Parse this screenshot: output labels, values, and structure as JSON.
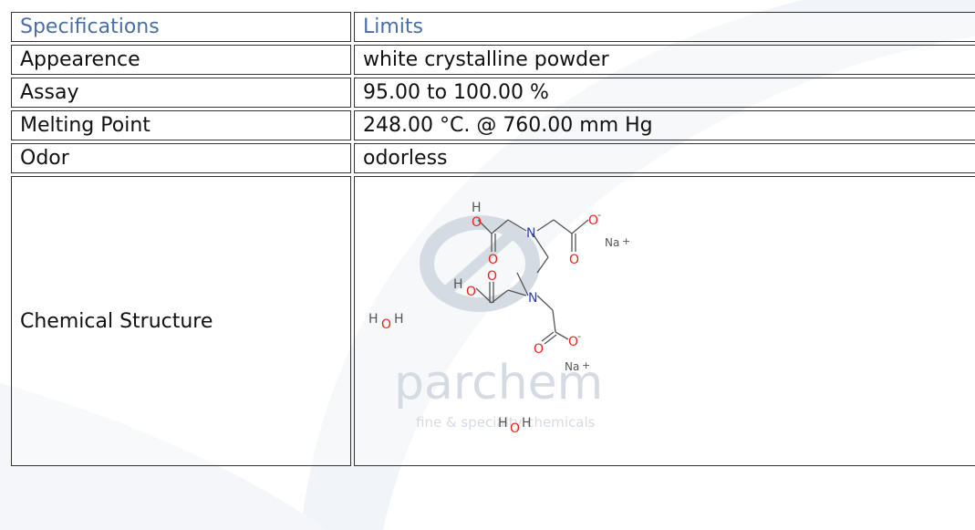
{
  "table": {
    "header": {
      "spec": "Specifications",
      "limit": "Limits"
    },
    "rows": [
      {
        "spec": "Appearence",
        "limit": "white crystalline powder"
      },
      {
        "spec": "Assay",
        "limit": "95.00 to 100.00 %"
      },
      {
        "spec": "Melting Point",
        "limit": "248.00 °C. @ 760.00 mm Hg"
      },
      {
        "spec": "Odor",
        "limit": "odorless"
      }
    ],
    "structure": {
      "spec": "Chemical Structure"
    }
  },
  "structure_image": {
    "atoms": {
      "h_top": "H",
      "o_top_left": "O",
      "n_top": "N",
      "o_minus_top": "O",
      "charge_top": "-",
      "na_top": "Na",
      "na_top_plus": "+",
      "o_carbonyl_left": "O",
      "o_carbonyl_right": "O",
      "o_mid": "O",
      "h_mid": "H",
      "o_carbonyl_mid": "O",
      "n_bottom": "N",
      "o_carbonyl_bottom": "O",
      "o_minus_bottom": "O",
      "charge_bottom": "-",
      "na_bottom": "Na",
      "na_bottom_plus": "+",
      "water1_h1": "H",
      "water1_o": "O",
      "water1_h2": "H",
      "water2_h1": "H",
      "water2_o": "O",
      "water2_h2": "H"
    },
    "watermark": {
      "brand": "parchem",
      "tagline": "fine & specialty chemicals"
    }
  },
  "colors": {
    "header_text": "#4a6fa5",
    "oxygen": "#e8231c",
    "nitrogen": "#2e3cc4",
    "watermark": "#d5dbe3"
  }
}
